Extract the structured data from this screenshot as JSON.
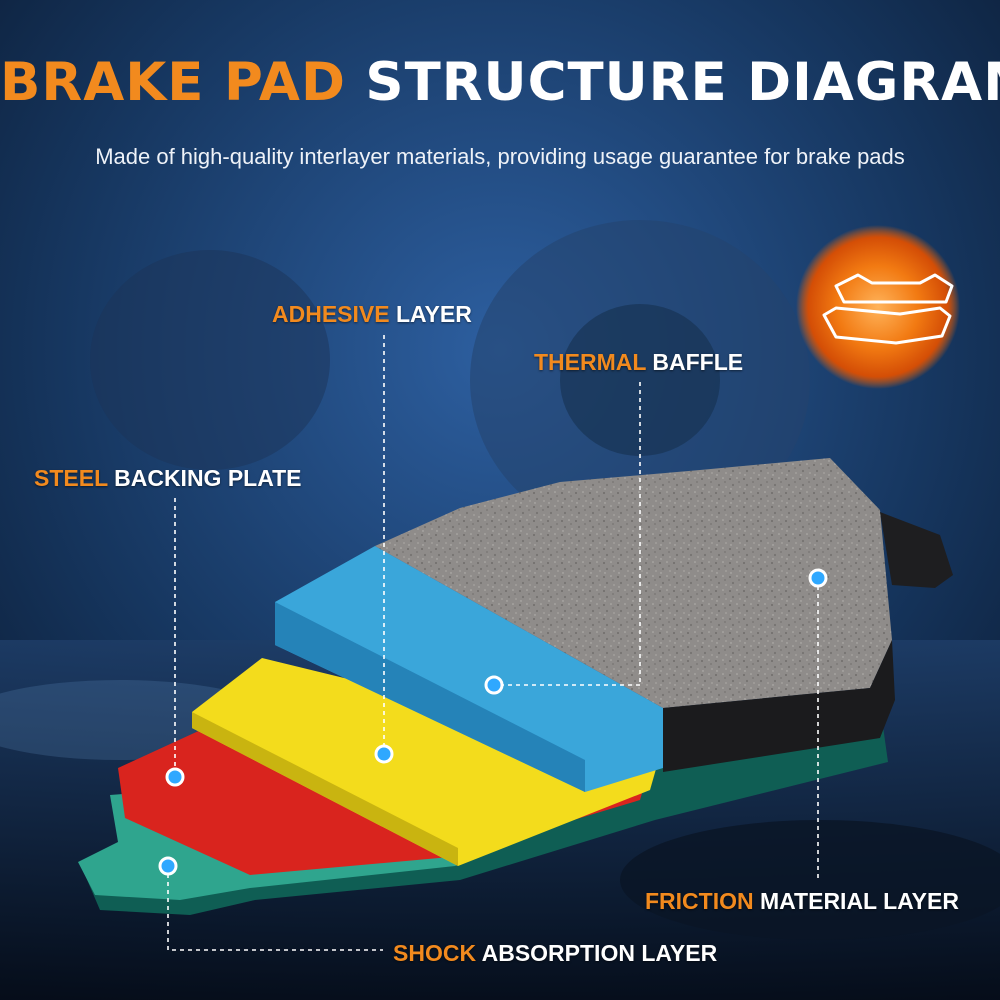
{
  "title": {
    "highlight": "BRAKE PAD",
    "rest": "STRUCTURE DIAGRAM"
  },
  "subtitle": "Made of high-quality interlayer materials, providing usage guarantee for brake pads",
  "labels": {
    "adhesive": {
      "highlight": "ADHESIVE",
      "rest": "LAYER"
    },
    "thermal": {
      "highlight": "THERMAL",
      "rest": "BAFFLE"
    },
    "steel": {
      "highlight": "STEEL",
      "rest": "BACKING PLATE"
    },
    "friction": {
      "highlight": "FRICTION",
      "rest": "MATERIAL LAYER"
    },
    "shock": {
      "highlight": "SHOCK",
      "rest": "ABSORPTION LAYER"
    }
  },
  "colors": {
    "accent": "#f28a1e",
    "text": "#ffffff",
    "friction_layer": "#8e8b89",
    "thermal_baffle": "#3aa6da",
    "adhesive_layer": "#f3dc1c",
    "steel_plate": "#d9241e",
    "shock_layer": "#2fa58e"
  }
}
